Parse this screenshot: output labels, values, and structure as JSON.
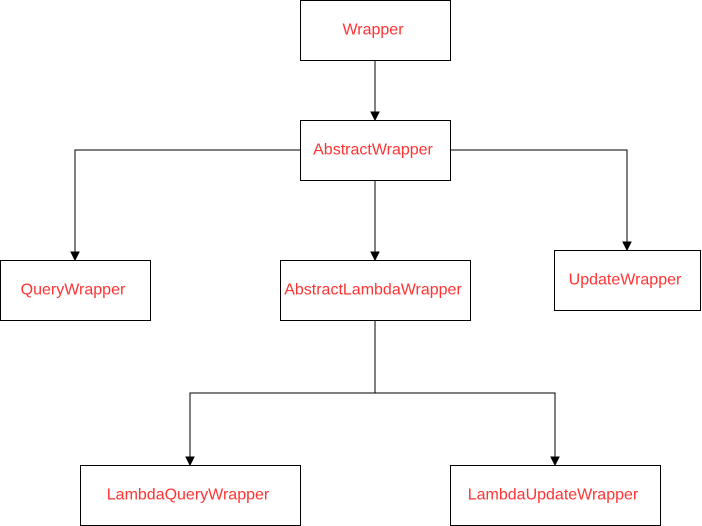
{
  "diagram": {
    "colors": {
      "label": "#ff3333",
      "border": "#000000",
      "edge": "#000000",
      "background": "#ffffff"
    },
    "nodes": {
      "wrapper": {
        "label": "Wrapper"
      },
      "abstract_wrapper": {
        "label": "AbstractWrapper"
      },
      "query_wrapper": {
        "label": "QueryWrapper"
      },
      "abstract_lambda_wrapper": {
        "label": "AbstractLambdaWrapper"
      },
      "update_wrapper": {
        "label": "UpdateWrapper"
      },
      "lambda_query_wrapper": {
        "label": "LambdaQueryWrapper"
      },
      "lambda_update_wrapper": {
        "label": "LambdaUpdateWrapper"
      }
    },
    "edges": [
      {
        "from": "wrapper",
        "to": "abstract_wrapper"
      },
      {
        "from": "abstract_wrapper",
        "to": "query_wrapper"
      },
      {
        "from": "abstract_wrapper",
        "to": "abstract_lambda_wrapper"
      },
      {
        "from": "abstract_wrapper",
        "to": "update_wrapper"
      },
      {
        "from": "abstract_lambda_wrapper",
        "to": "lambda_query_wrapper"
      },
      {
        "from": "abstract_lambda_wrapper",
        "to": "lambda_update_wrapper"
      }
    ]
  }
}
